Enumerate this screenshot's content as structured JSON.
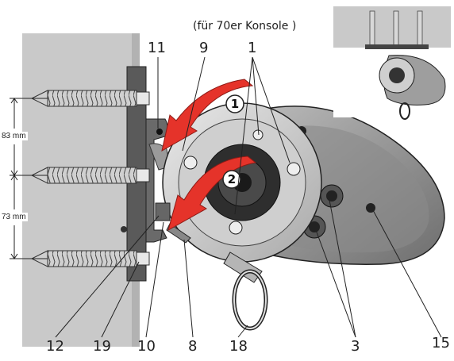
{
  "caption": "(für 70er Konsole )",
  "dimensions": {
    "upper": "83 mm",
    "lower": "73 mm"
  },
  "callouts": {
    "top_left": "11",
    "top_mid": "9",
    "top_right": "1",
    "bottom": [
      "12",
      "19",
      "10",
      "8",
      "18",
      "3",
      "15"
    ]
  },
  "steps": [
    "1",
    "2"
  ],
  "colors": {
    "wall": "#c8c8c8",
    "arrow": "#e5332a",
    "metal_dark": "#3c3c3c",
    "metal_light": "#d8d8d8"
  }
}
